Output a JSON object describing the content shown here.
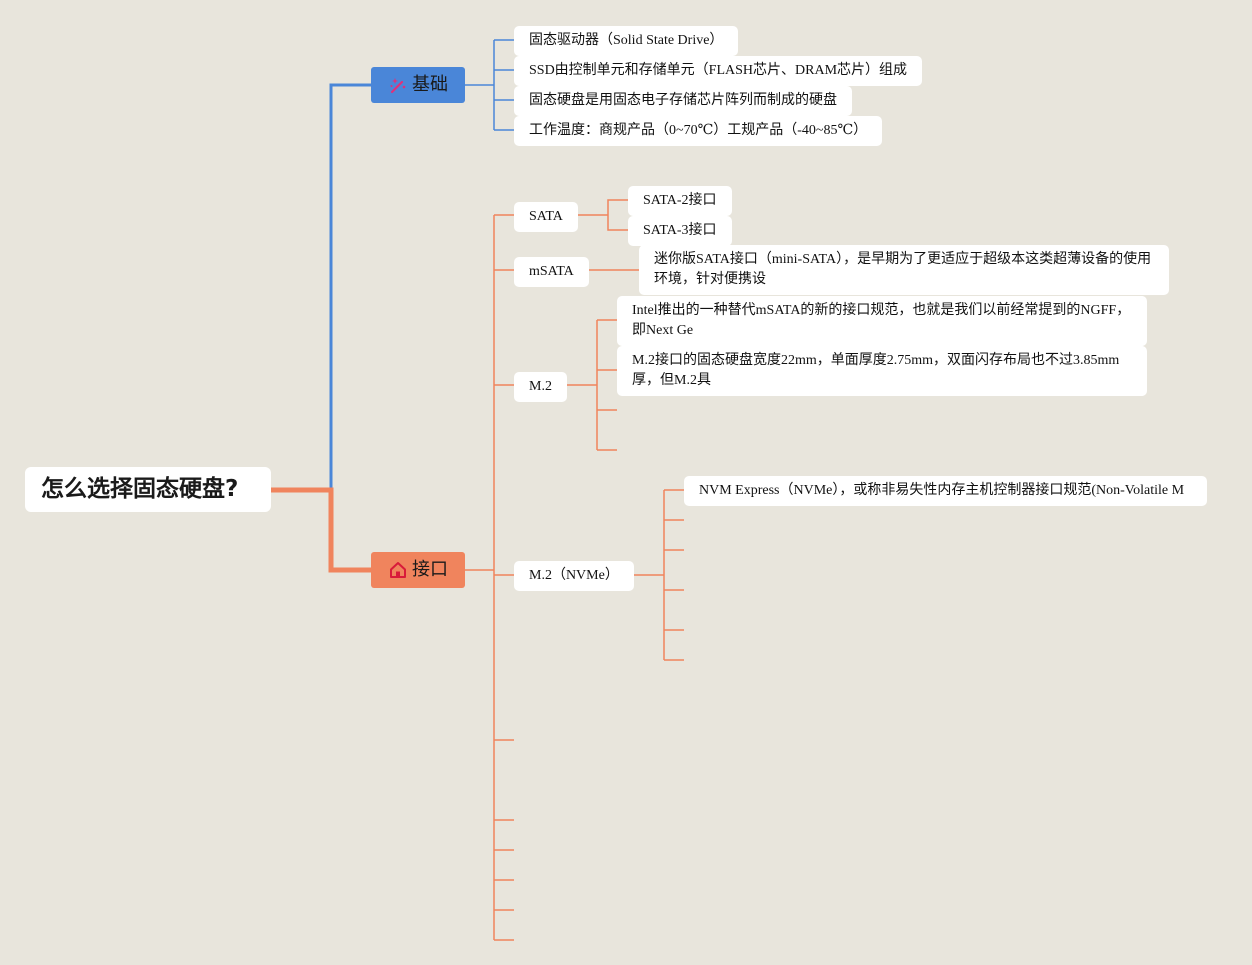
{
  "root": {
    "label": "怎么选择固态硬盘?"
  },
  "colors": {
    "basics": "#4a86d8",
    "interface": "#f0845d",
    "background": "#e8e5dc"
  },
  "basics": {
    "label": "基础",
    "icon": "magic-wand-icon",
    "items": [
      "固态驱动器（Solid State Drive）",
      "SSD由控制单元和存储单元（FLASH芯片、DRAM芯片）组成",
      "固态硬盘是用固态电子存储芯片阵列而制成的硬盘",
      "工作温度：商规产品（0~70℃）工规产品（-40~85℃）"
    ]
  },
  "interface": {
    "label": "接口",
    "icon": "home-icon",
    "sata": {
      "label": "SATA",
      "children": [
        "SATA-2接口",
        "SATA-3接口"
      ]
    },
    "msata": {
      "label": "mSATA",
      "children": [
        "迷你版SATA接口（mini-SATA），是早期为了更适应于超级本这类超薄设备的使用环境，针对便携设"
      ]
    },
    "m2": {
      "label": "M.2",
      "children": [
        "Intel推出的一种替代mSATA的新的接口规范，也就是我们以前经常提到的NGFF，即Next Ge",
        "M.2接口的固态硬盘宽度22mm，单面厚度2.75mm，双面闪存布局也不过3.85mm厚，但M.2具"
      ]
    },
    "m2nvme": {
      "label": "M.2（NVMe）",
      "children": [
        "NVM Express（NVMe），或称非易失性内存主机控制器接口规范(Non-Volatile M"
      ]
    }
  }
}
